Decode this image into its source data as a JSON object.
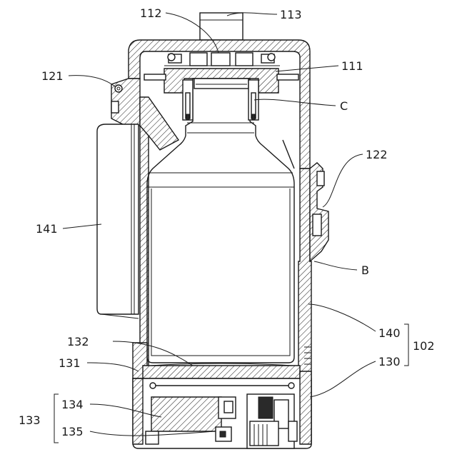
{
  "labels": {
    "l113": "113",
    "l112": "112",
    "l111": "111",
    "l121": "121",
    "lC": "C",
    "l122": "122",
    "l141": "141",
    "lB": "B",
    "l140": "140",
    "l102": "102",
    "l132": "132",
    "l131": "131",
    "l130": "130",
    "l134": "134",
    "l133": "133",
    "l135": "135"
  }
}
